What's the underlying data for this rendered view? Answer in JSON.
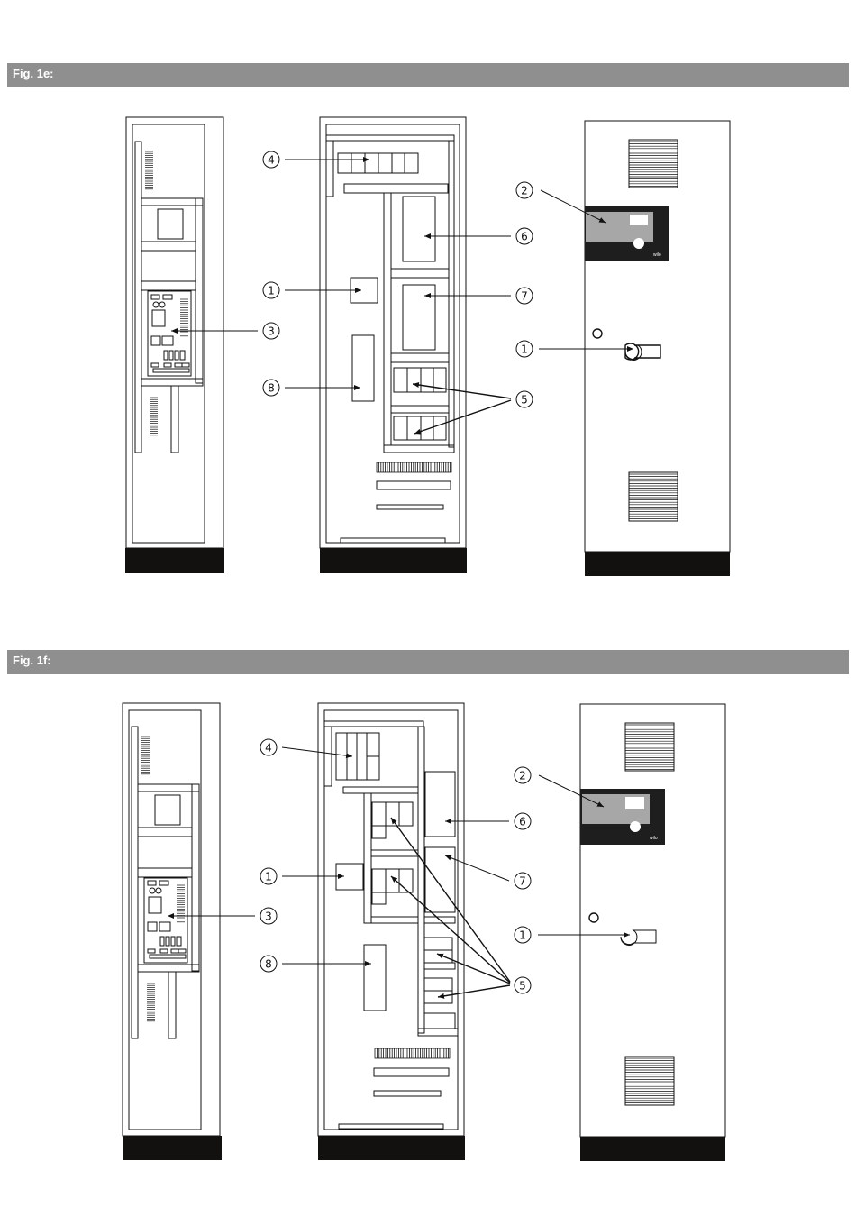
{
  "figures": [
    {
      "label": "Fig. 1e:",
      "callouts": [
        "4",
        "1",
        "8",
        "3",
        "2",
        "6",
        "7",
        "1",
        "5"
      ]
    },
    {
      "label": "Fig. 1f:",
      "callouts": [
        "4",
        "1",
        "8",
        "3",
        "2",
        "6",
        "7",
        "1",
        "5"
      ]
    }
  ],
  "brand_mark": "wilo",
  "colors": {
    "bar": "#8f8f8f",
    "base": "#121110",
    "panel": "#1e1e1e",
    "display": "#a7a7a7"
  }
}
